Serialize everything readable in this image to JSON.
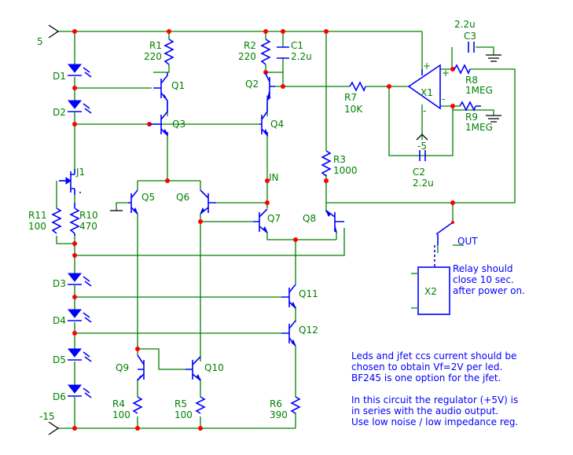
{
  "labels": {
    "v5": "5",
    "vneg15": "-15",
    "vneg5": "-5",
    "out": "OUT",
    "in": "IN",
    "D1": "D1",
    "D2": "D2",
    "D3": "D3",
    "D4": "D4",
    "D5": "D5",
    "D6": "D6",
    "J1": "J1",
    "Q1": "Q1",
    "Q2": "Q2",
    "Q3": "Q3",
    "Q4": "Q4",
    "Q5": "Q5",
    "Q6": "Q6",
    "Q7": "Q7",
    "Q8": "Q8",
    "Q9": "Q9",
    "Q10": "Q10",
    "Q11": "Q11",
    "Q12": "Q12",
    "X1": "X1",
    "X2": "X2",
    "R1": "R1",
    "R1v": "220",
    "R2": "R2",
    "R2v": "220",
    "R3": "R3",
    "R3v": "1000",
    "R4": "R4",
    "R4v": "100",
    "R5": "R5",
    "R5v": "100",
    "R6": "R6",
    "R6v": "390",
    "R7": "R7",
    "R7v": "10K",
    "R8": "R8",
    "R8v": "1MEG",
    "R9": "R9",
    "R9v": "1MEG",
    "R10": "R10",
    "R10v": "470",
    "R11": "R11",
    "R11v": "100",
    "C1": "C1",
    "C1v": "2.2u",
    "C2": "C2",
    "C2v": "2.2u",
    "C3": "C3",
    "C3v": "2.2u",
    "plus": "+",
    "minus": "-"
  },
  "notes": {
    "relay": [
      "Relay should",
      "close 10 sec.",
      "after power on."
    ],
    "leds": [
      "Leds and jfet ccs current should be",
      "chosen to obtain Vf=2V per led.",
      "BF245 is one option for the jfet.",
      "",
      "In this circuit the regulator (+5V) is",
      "in series with the audio output.",
      "Use low noise / low impedance reg."
    ]
  }
}
